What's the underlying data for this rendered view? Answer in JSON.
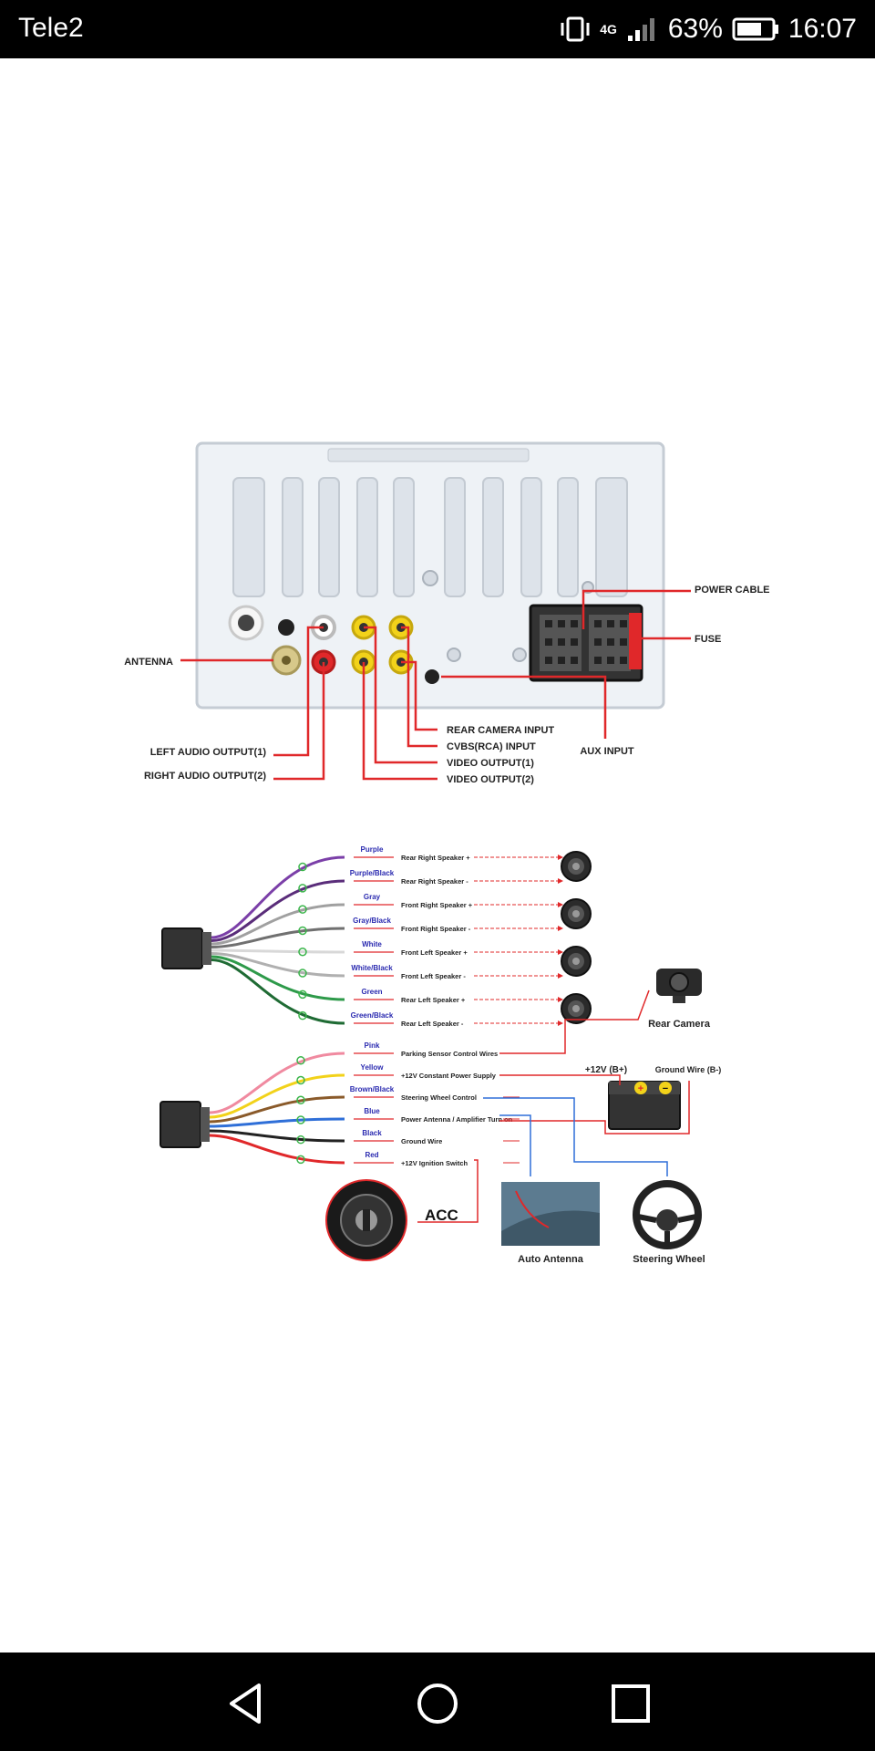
{
  "status_bar": {
    "carrier": "Tele2",
    "network": "4G",
    "battery": "63%",
    "time": "16:07"
  },
  "panel_labels": {
    "antenna": "ANTENNA",
    "power_cable": "POWER CABLE",
    "fuse": "FUSE",
    "aux_input": "AUX INPUT",
    "rear_camera_input": "REAR CAMERA INPUT",
    "cvbs_input": "CVBS(RCA) INPUT",
    "video_output_1": "VIDEO OUTPUT(1)",
    "video_output_2": "VIDEO OUTPUT(2)",
    "left_audio_output": "LEFT AUDIO OUTPUT(1)",
    "right_audio_output": "RIGHT AUDIO OUTPUT(2)"
  },
  "speaker_wires": [
    {
      "color_name": "Purple",
      "function": "Rear Right Speaker +",
      "hex": "#7b3fa8"
    },
    {
      "color_name": "Purple/Black",
      "function": "Rear Right Speaker -",
      "hex": "#5a2d7a"
    },
    {
      "color_name": "Gray",
      "function": "Front Right Speaker +",
      "hex": "#a0a0a0"
    },
    {
      "color_name": "Gray/Black",
      "function": "Front Right Speaker -",
      "hex": "#707070"
    },
    {
      "color_name": "White",
      "function": "Front Left Speaker +",
      "hex": "#d8d8d8"
    },
    {
      "color_name": "White/Black",
      "function": "Front Left Speaker -",
      "hex": "#b0b0b0"
    },
    {
      "color_name": "Green",
      "function": "Rear Left Speaker +",
      "hex": "#2e9a4a"
    },
    {
      "color_name": "Green/Black",
      "function": "Rear Left Speaker -",
      "hex": "#1f6b34"
    }
  ],
  "power_wires": [
    {
      "color_name": "Pink",
      "function": "Parking Sensor Control Wires",
      "hex": "#f08aa0"
    },
    {
      "color_name": "Yellow",
      "function": "+12V Constant Power Supply",
      "hex": "#f2d21a"
    },
    {
      "color_name": "Brown/Black",
      "function": "Steering Wheel Control",
      "hex": "#8a5a2a"
    },
    {
      "color_name": "Blue",
      "function": "Power Antenna / Amplifier Turn on",
      "hex": "#2f6fd8"
    },
    {
      "color_name": "Black",
      "function": "Ground Wire",
      "hex": "#222222"
    },
    {
      "color_name": "Red",
      "function": "+12V Ignition Switch",
      "hex": "#e0282a"
    }
  ],
  "device_labels": {
    "rear_camera": "Rear Camera",
    "battery_positive": "+12V (B+)",
    "ground_wire": "Ground Wire (B-)",
    "acc": "ACC",
    "auto_antenna": "Auto Antenna",
    "steering_wheel": "Steering Wheel"
  },
  "colors": {
    "callout_red": "#e0282a",
    "panel_white": "#eef2f6",
    "label_blue": "#2a2ab0"
  }
}
